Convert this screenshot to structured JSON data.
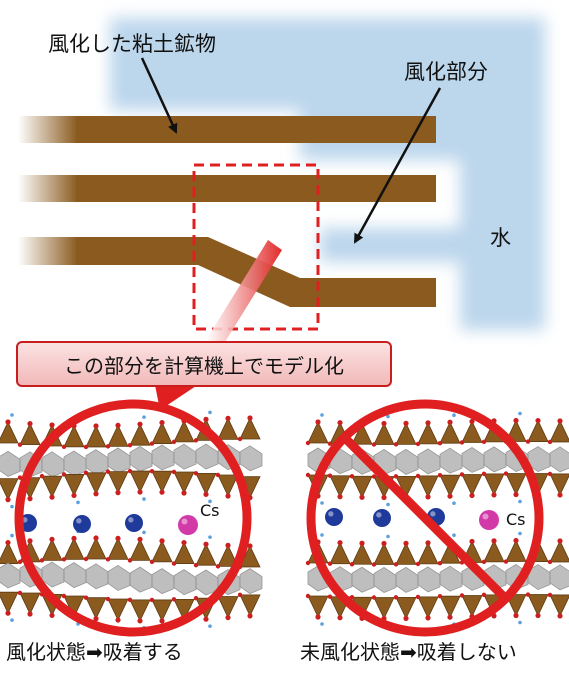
{
  "labels": {
    "weathered_mineral": "風化した粘土鉱物",
    "weathered_part": "風化部分",
    "water": "水",
    "callout": "この部分を計算機上でモデル化",
    "caption_left": "風化状態➡吸着する",
    "caption_right": "未風化状態➡吸着しない",
    "cs_left": "Cs",
    "cs_right": "Cs"
  },
  "colors": {
    "clay_layer": "#8a5a1f",
    "water": "#bcd6ec",
    "highlight_red": "#e02020",
    "callout_fill": "#f5c6c6",
    "ion_blue": "#1f3a9a",
    "ion_cs": "#d23aa8",
    "tetra_brown": "#8a5a1f",
    "octa_gray": "#b8b8b8",
    "oxygen_red": "#cc1f1f",
    "hydrogen_blue": "#5aa0e0"
  },
  "panels": {
    "left": {
      "state": "weathered",
      "adsorbs": true,
      "prohibited": false
    },
    "right": {
      "state": "unweathered",
      "adsorbs": false,
      "prohibited": true
    }
  }
}
